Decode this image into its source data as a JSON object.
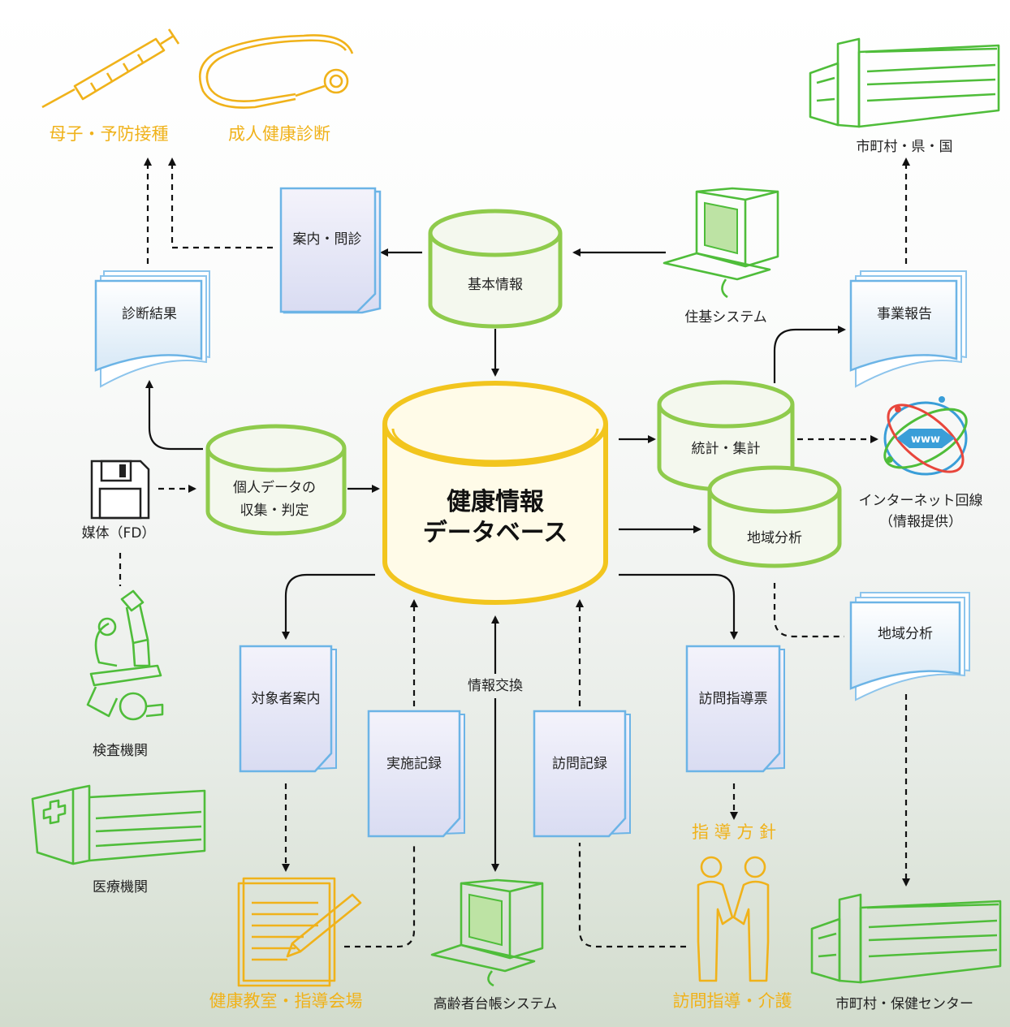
{
  "colors": {
    "accent_yellow": "#f0b21a",
    "accent_green": "#4fbd3a",
    "doc_border": "#6cb4e6",
    "db_yellow": "#f2c51e",
    "db_green": "#8fcb4c"
  },
  "center": {
    "line1": "健康情報",
    "line2": "データベース"
  },
  "databases": {
    "basic": "基本情報",
    "personal_line1": "個人データの",
    "personal_line2": "収集・判定",
    "stats": "統計・集計",
    "region": "地域分析"
  },
  "documents": {
    "guide": "案内・問診",
    "diagnosis": "診断結果",
    "business_report": "事業報告",
    "region_report": "地域分析",
    "target_guide": "対象者案内",
    "implementation": "実施記録",
    "visit_record": "訪問記録",
    "visit_ticket": "訪問指導票"
  },
  "nodes": {
    "maternal": "母子・予防接種",
    "adult_checkup": "成人健康診断",
    "municipal": "市町村・県・国",
    "resident_system": "住基システム",
    "internet_line1": "インターネット回線",
    "internet_line2": "（情報提供）",
    "media": "媒体（FD）",
    "lab": "検査機関",
    "hospital": "医療機関",
    "classroom": "健康教室・指導会場",
    "elderly_system": "高齢者台帳システム",
    "visit_guidance": "訪問指導・介護",
    "health_center": "市町村・保健センター",
    "policy": "指 導 方 針",
    "info_exchange": "情報交換",
    "www": "www"
  },
  "icons": [
    "syringe-icon",
    "stethoscope-icon",
    "building-icon",
    "computer-icon",
    "globe-icon",
    "floppy-disk-icon",
    "microscope-icon",
    "hospital-icon",
    "document-pen-icon",
    "handshake-icon"
  ]
}
